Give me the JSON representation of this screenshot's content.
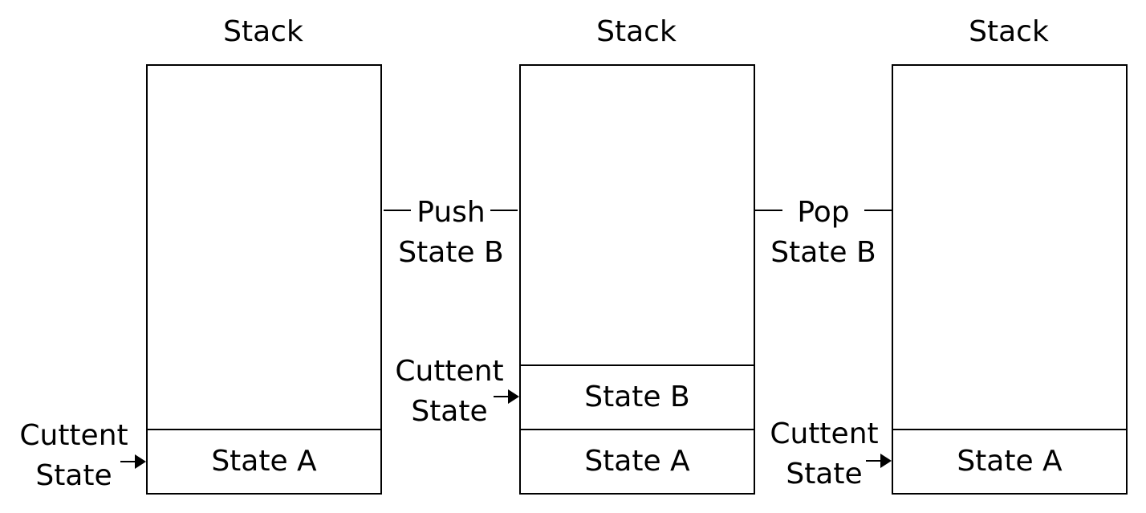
{
  "stacks": [
    {
      "title": "Stack",
      "cells": [
        "State A"
      ],
      "current_label": [
        "Cuttent",
        "State"
      ]
    },
    {
      "title": "Stack",
      "cells": [
        "State A",
        "State B"
      ],
      "current_label": [
        "Cuttent",
        "State"
      ]
    },
    {
      "title": "Stack",
      "cells": [
        "State A"
      ],
      "current_label": [
        "Cuttent",
        "State"
      ]
    }
  ],
  "transitions": [
    {
      "line1": "Push",
      "line2": "State B"
    },
    {
      "line1": "Pop",
      "line2": "State B"
    }
  ],
  "colors": {
    "line": "#000000",
    "background": "#ffffff"
  }
}
